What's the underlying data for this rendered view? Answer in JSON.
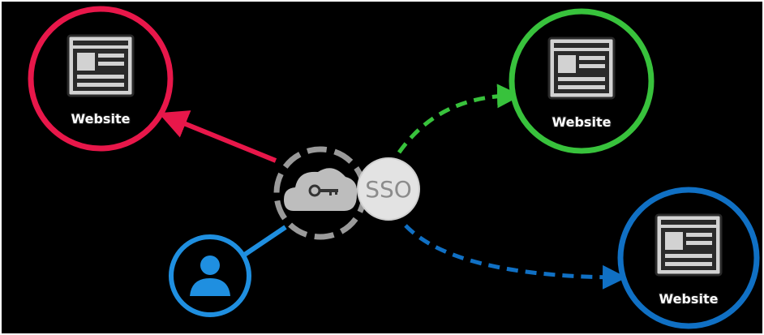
{
  "diagram": {
    "nodes": {
      "website_red": {
        "label": "Website",
        "color": "#e8174a"
      },
      "website_green": {
        "label": "Website",
        "color": "#38c23c"
      },
      "website_blue": {
        "label": "Website",
        "color": "#1070c4"
      },
      "user": {
        "color": "#1f8fe0"
      },
      "cloud": {
        "color": "#9a9a9a"
      },
      "sso": {
        "label": "SSO",
        "color": "#e3e3e3"
      }
    },
    "edges": [
      {
        "from": "cloud",
        "to": "website_red",
        "style": "solid",
        "color": "#e8174a"
      },
      {
        "from": "sso",
        "to": "website_green",
        "style": "dashed",
        "color": "#38c23c"
      },
      {
        "from": "sso",
        "to": "website_blue",
        "style": "dashed",
        "color": "#1070c4"
      },
      {
        "from": "user",
        "to": "cloud",
        "style": "solid",
        "color": "#1f8fe0"
      }
    ],
    "colors": {
      "background": "#000000",
      "border": "#ffffff"
    }
  }
}
